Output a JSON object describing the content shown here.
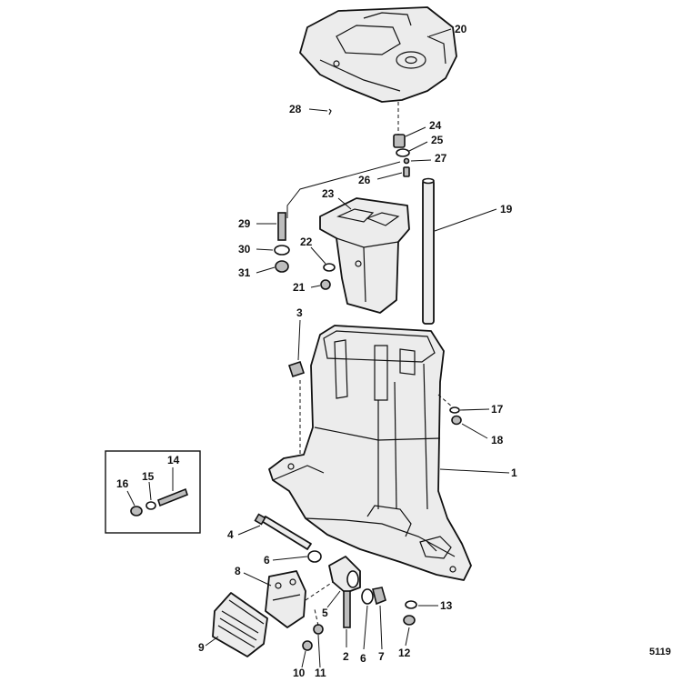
{
  "callouts": {
    "c1": "1",
    "c2": "2",
    "c3": "3",
    "c4": "4",
    "c5": "5",
    "c6a": "6",
    "c6b": "6",
    "c7": "7",
    "c8": "8",
    "c9": "9",
    "c10": "10",
    "c11": "11",
    "c12": "12",
    "c13": "13",
    "c14": "14",
    "c15": "15",
    "c16": "16",
    "c17": "17",
    "c18": "18",
    "c19": "19",
    "c20": "20",
    "c21": "21",
    "c22": "22",
    "c23": "23",
    "c24": "24",
    "c25": "25",
    "c26": "26",
    "c27": "27",
    "c28": "28",
    "c29": "29",
    "c30": "30",
    "c31": "31"
  },
  "figure_number": "5119"
}
